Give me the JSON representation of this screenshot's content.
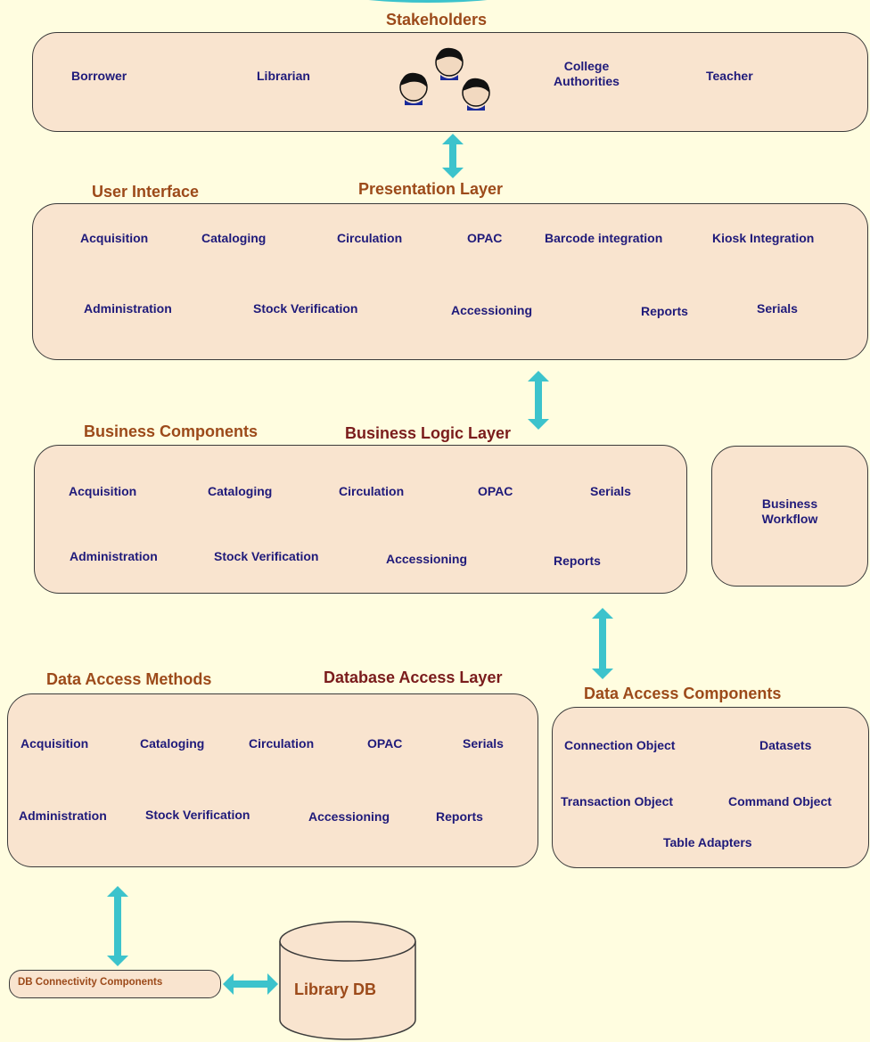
{
  "stakeholders": {
    "title": "Stakeholders",
    "items": [
      "Borrower",
      "Librarian",
      "College\nAuthorities",
      "Teacher"
    ]
  },
  "presentation": {
    "section_title": "User Interface",
    "layer_title": "Presentation Layer",
    "items": [
      "Acquisition",
      "Cataloging",
      "Circulation",
      "OPAC",
      "Barcode integration",
      "Kiosk Integration",
      "Administration",
      "Stock Verification",
      "Accessioning",
      "Reports",
      "Serials"
    ]
  },
  "business": {
    "section_title": "Business Components",
    "layer_title": "Business Logic Layer",
    "items": [
      "Acquisition",
      "Cataloging",
      "Circulation",
      "OPAC",
      "Serials",
      "Administration",
      "Stock Verification",
      "Accessioning",
      "Reports"
    ],
    "workflow_label": "Business\nWorkflow"
  },
  "data_access": {
    "section_title": "Data Access Methods",
    "layer_title": "Database Access Layer",
    "items": [
      "Acquisition",
      "Cataloging",
      "Circulation",
      "OPAC",
      "Serials",
      "Administration",
      "Stock Verification",
      "Accessioning",
      "Reports"
    ]
  },
  "data_components": {
    "section_title": "Data Access Components",
    "items": [
      "Connection Object",
      "Datasets",
      "Transaction Object",
      "Command Object",
      "Table Adapters"
    ]
  },
  "db": {
    "connectivity_label": "DB Connectivity Components",
    "label": "Library DB"
  },
  "colors": {
    "background": "#fffde0",
    "box_fill": "#f9e4cf",
    "item_text": "#1f1a7a",
    "section_title": "#9c4a1a",
    "arrow": "#3cc3cc"
  }
}
